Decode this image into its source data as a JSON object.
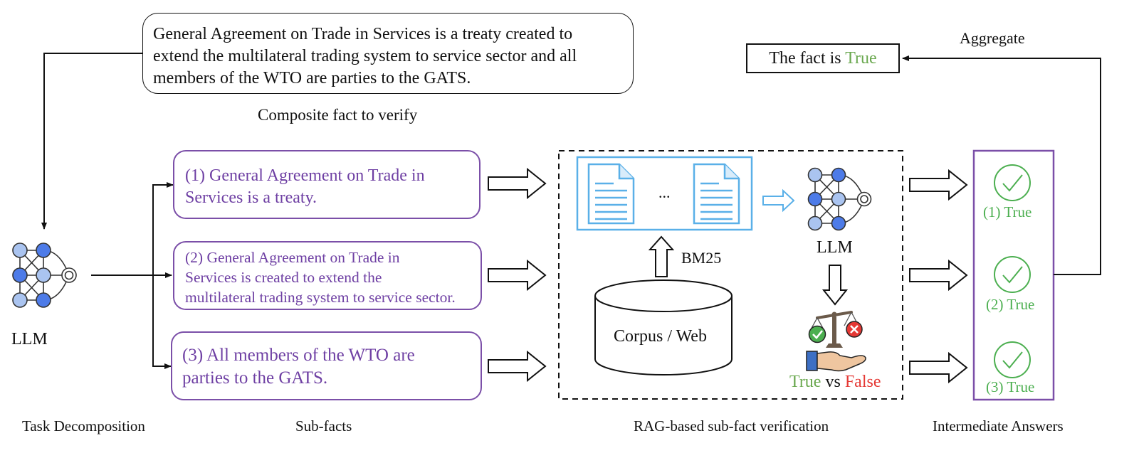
{
  "composite": {
    "line1": "General Agreement on Trade in Services is a treaty created to",
    "line2": "extend the multilateral trading system to service sector and all",
    "line3": "members of the WTO are parties to the GATS.",
    "caption": "Composite fact to verify"
  },
  "llm_left": {
    "label": "LLM"
  },
  "subfacts": [
    {
      "line1": "(1) General Agreement on Trade in",
      "line2": "Services is a treaty."
    },
    {
      "line1": "(2) General Agreement on Trade in",
      "line2": "Services is created to extend the",
      "line3": "multilateral trading system to service sector."
    },
    {
      "line1": "(3) All members of the WTO are",
      "line2": "parties to the GATS."
    }
  ],
  "rag": {
    "ellipsis": "...",
    "retriever": "BM25",
    "corpus": "Corpus / Web",
    "llm_label": "LLM",
    "verdict_true": "True",
    "verdict_vs": "vs",
    "verdict_false": "False"
  },
  "answers": [
    "(1) True",
    "(2) True",
    "(3) True"
  ],
  "aggregate": {
    "label": "Aggregate",
    "fact_prefix": "The fact is",
    "fact_value": "True"
  },
  "stages": {
    "decomposition": "Task Decomposition",
    "subfacts": "Sub-facts",
    "verification": "RAG-based sub-fact verification",
    "intermediate": "Intermediate Answers"
  },
  "colors": {
    "purple": "#7b4fa8",
    "blue": "#5ab0e8",
    "green": "#4caf50",
    "red": "#e53935",
    "llm_node": "#4d7be8",
    "llm_node_light": "#aac4f0"
  },
  "icons": [
    "llm-network-icon",
    "document-icon",
    "database-icon",
    "scale-icon",
    "hand-icon",
    "check-circle-icon"
  ]
}
